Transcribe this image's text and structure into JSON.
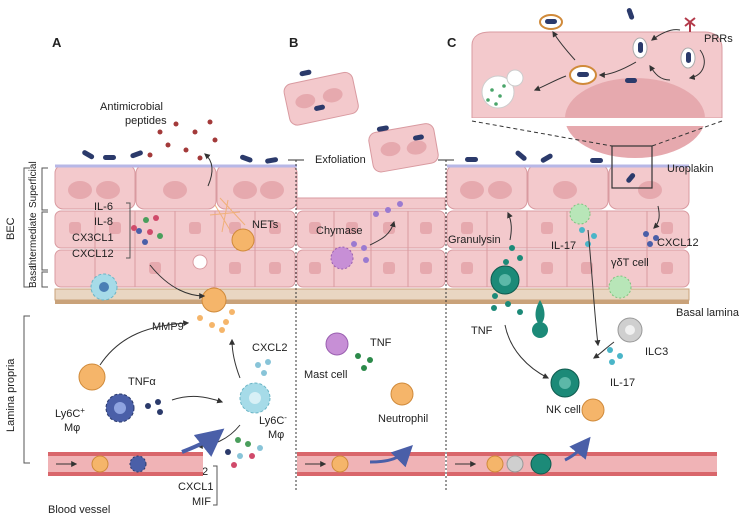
{
  "panels": {
    "a": "A",
    "b": "B",
    "c": "C"
  },
  "side_labels": {
    "bec": "BEC",
    "superficial": "Superficial",
    "intermediate": "Intermediate",
    "basal": "Basal",
    "lamina_propria": "Lamina propria"
  },
  "labels": {
    "antimicrobial": "Antimicrobial",
    "peptides": "peptides",
    "exfoliation": "Exfoliation",
    "nets": "NETs",
    "il6": "IL-6",
    "il8": "IL-8",
    "cx3cl1": "CX3CL1",
    "cxcl12_a": "CXCL12",
    "mmp9": "MMP9",
    "cxcl2": "CXCL2",
    "tnfa": "TNFα",
    "ly6c_pos": "Ly6C",
    "ly6c_pos_sup": "+",
    "ly6c_neg": "Ly6C",
    "ly6c_neg_sup": "-",
    "mphi": "Mφ",
    "ccl2": "CCL2",
    "cxcl1": "CXCL1",
    "mif": "MIF",
    "blood_vessel": "Blood vessel",
    "chymase": "Chymase",
    "mast_cell": "Mast cell",
    "tnf_b": "TNF",
    "neutrophil": "Neutrophil",
    "prrs": "PRRs",
    "uroplakin": "Uroplakin",
    "granulysin": "Granulysin",
    "il17_c": "IL-17",
    "cxcl12_c": "CXCL12",
    "gdt_cell": "γδT cell",
    "basal_lamina": "Basal lamina",
    "tnf_c": "TNF",
    "ilc3": "ILC3",
    "il17_c2": "IL-17",
    "nk_cell": "NK cell"
  },
  "colors": {
    "cell_fill": "#f3c9cc",
    "cell_stroke": "#d99aa0",
    "nucleus": "#e6a9ae",
    "basal_layer": "#c9a27a",
    "uroplakin": "#b7b7e6",
    "bacteria": "#2b3a6b",
    "neutrophil": "#f5b56a",
    "macrophage_blue": "#4a5fa8",
    "macrophage_light": "#a6dbe8",
    "mast_cell": "#c78fd6",
    "nk_cell": "#1c8a78",
    "gdt_cell": "#b8e6b8",
    "ilc3": "#cfcfcf",
    "vessel": "#d9666b",
    "arrow": "#4a5fa8",
    "peptide": "#a33a3a"
  }
}
